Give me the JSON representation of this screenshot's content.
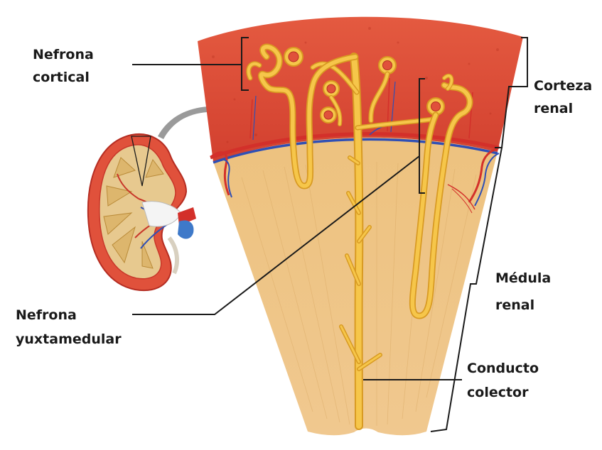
{
  "labels": {
    "nefrona_cortical": [
      "Nefrona",
      "cortical"
    ],
    "corteza_renal": [
      "Corteza",
      "renal"
    ],
    "nefrona_yuxtamedular": [
      "Nefrona",
      "yuxtamedular"
    ],
    "medula_renal": [
      "Médula",
      "renal"
    ],
    "conducto_colector": [
      "Conducto",
      "colector"
    ]
  },
  "colors": {
    "cortex": "#e0513b",
    "cortex_dark": "#c8372a",
    "medulla": "#ecc384",
    "medulla_dark": "#d9a863",
    "tubule": "#f6c64a",
    "tubule_edge": "#d89a22",
    "artery": "#d3302a",
    "vein": "#2f4fb5",
    "pointer_arrow": "#9a9a9a",
    "leader_line": "#1a1a1a"
  }
}
